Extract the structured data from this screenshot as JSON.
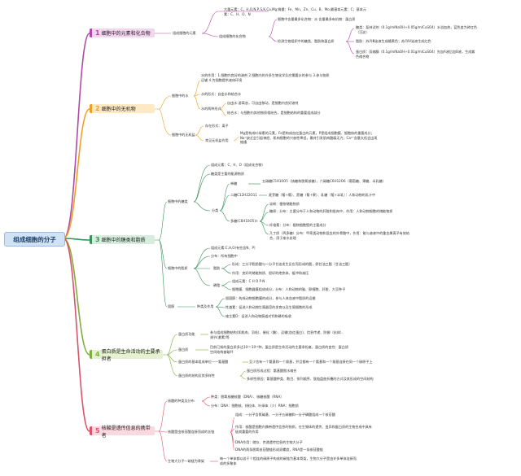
{
  "root": "组成细胞的分子",
  "colors": {
    "c1": "#b04aa8",
    "c1bg": "#f3d5f0",
    "c2": "#f0a020",
    "c2bg": "#fde9c4",
    "c3": "#3a8f5a",
    "c3bg": "#d6eedd",
    "c4": "#7fae3c",
    "c4bg": "#e6f1d2",
    "c5": "#d9536b",
    "c5bg": "#f8d9df"
  },
  "cats": [
    {
      "num": "1",
      "label": "细胞中的元素和化合物"
    },
    {
      "num": "2",
      "label": "细胞中的无机物"
    },
    {
      "num": "3",
      "label": "细胞中的糖类和脂质"
    },
    {
      "num": "4",
      "label": "蛋白质是生命活动的主要承担者"
    },
    {
      "num": "5",
      "label": "核酸是遗传信息的携带者"
    }
  ],
  "c1": {
    "a": "组成细胞的元素",
    "a1": "大量元素：C，H,O,N,P,S,K,Ca,Mg;微量：Fe、Mn、Zn、Cu、B、Mo;最基本元素：C；基本元素：C、H、O、N",
    "b": "组成细胞的化合物",
    "b1": "细胞中含量最多化合物：水  含量最多有机物：蛋白质",
    "b2": "检测生物组织中的糖类、脂肪和蛋白质",
    "b2a": "糖类：斐林试剂（0.1g/mlNaOH+0.05g/mlCuSO4）水浴加热，蓝色变为砖红色（沉淀）",
    "b2b": "脂肪：苏丹Ⅲ染液生成橘黄色；苏丹Ⅳ染液生成红色",
    "b2c": "蛋白质：双缩脲（0.1g/mlNaOH+0.01g/mlCuSO4）先加A液后加B液，生成紫色络合物"
  },
  "c2": {
    "a": "细胞中的水",
    "a1": "水的作用：1.细胞内良好的溶剂 2.细胞内的许多生物化学反应需要水的参与 3.参与物质运输 4.为细胞提供液体环境",
    "a2": "水的形式：自由水和结合水",
    "a3": "水的两种形式",
    "a3a": "自由水:游离态，可自由移动，是细胞内良好溶剂",
    "a3b": "结合水：与细胞内其他物质相结合，是细胞结构的重要组成部分",
    "b": "细胞中的无机盐",
    "b1": "存在形式：离子",
    "b2": "常见无机盐作用",
    "b2a": "Mg是构成叶绿素的元素，Fe是构成血红蛋白的元素，P是组成细胞膜、细胞核的重要成分；Na⁺缺乏会引起神经、肌肉细胞的兴奋性降低，最终引发肌肉酸痛无力；Ca²⁺含量太低会出现抽搐"
  },
  "c3": {
    "a": "细胞中的糖类",
    "a1": "组成元素：C、H、O（组成化合物）",
    "a2": "糖类是主要的能源物质",
    "a3": "分类",
    "a3a": "单糖",
    "a3a1": "五碳糖C5H10O5（核糖和脱氧核糖）、六碳糖C6H12O6（葡萄糖、果糖、半乳糖）",
    "a3b": "二糖C12H22O11",
    "a3b1": "麦芽糖（葡+葡）、蔗糖（葡+果）、乳糖（葡+半乳）：人和动物的乳汁中",
    "a3c": "多糖(C6H10O5)n",
    "a3c1": "淀粉：植物储能物质",
    "a3c2": "糖原：分布：主要分布于人和动物的肝脏和肌肉中，作用：人和动物细胞的储能物质",
    "a3c3": "纤维素：分布：植物细胞壁的主要成分",
    "a3c4": "几丁质（壳多糖）分布：甲壳类动物和昆虫的外骨骼中，作用：能与溶液中的重金属离子有效结合，用于废水处理",
    "b": "细胞中的脂质",
    "b1": "组成元素:C,H,O(有些含N、P)",
    "b2": "分布：所有细胞中",
    "b3": "脂肪",
    "b3a": "形成：三分子脂肪酸与一分子甘油发生反应而形成的酯，即甘油三酯（甘油三酯）",
    "b3b": "作用：良好的储能物质、很好的绝热体、缓冲和减压",
    "b4": "磷脂",
    "b4a": "组成元素：C H O P N",
    "b4b": "细胞膜、细胞器膜组成成分，分布：人和动物的脑、卵细胞、肝脏、大豆种子",
    "c": "固醇",
    "c0": "种类及作用",
    "c1": "胆固醇：构成动物细胞膜的成分，参与人体血液中脂质的运输",
    "c2": "性激素：促进人和动物生殖器官的发育以及生殖细胞的形成",
    "c3": "维生素D：促进人和动物肠道对钙和磷的吸收"
  },
  "c4": {
    "a": "蛋白质功能",
    "a1": "参与组成细胞结构(如肌肉、羽毛)、催化（酶）、运输(血红蛋白)、信息传递、防御（抗体）、调节(激素)等",
    "b": "蛋白质",
    "b1": "目前已知的蛋白质多达10¹⁰-10¹²种，蛋白质是生命活动的主要承担者，蛋白质的变性：蛋白质空间结构被破坏",
    "c": "蛋白质的基本组成单位——氨基酸",
    "c1": "至少含有一个氨基和一个羧基，并且都有一个氨基和一个羧基连接在同一个碳原子上",
    "d": "蛋白质的结构及其多样性",
    "d1": "蛋白质形成过程：氨基酸脱水缩合",
    "d2": "多样性原因：氨基酸种类、数目、排列顺序、肽链盘曲折叠的方式及其形成的空间结构"
  },
  "c5": {
    "a": "核酸的种类及分布",
    "a1": "种类：脱氧核糖核酸（DNA）、核糖核酸（RNA）",
    "a2": "分布：DNA：细胞核、线粒体、叶绿体（少）RNA：细胞质",
    "b": "核酸是由核苷酸连接而成的长链",
    "b1": "组成：一分子含氮碱基、一分子五碳糖和一分子磷酸组成一个核苷酸",
    "b2": "作用：核酸是细胞内携带遗传信息的物质，在生物体的遗传、变异和蛋白质的生物合成中具有极其重要的作用",
    "b3": "DNA作用：储存、传递遗传信息的生物大分子",
    "b4": "DNA的两条脱氧核苷酸链形成双螺旋，RNA是一条核苷酸链",
    "c": "生物大分子一碳链为骨架",
    "c1": "每一个单体都以若干个相连的碳原子构成的碳链为基本骨架，生物大分子是由许多单体连接而成的多聚体"
  }
}
